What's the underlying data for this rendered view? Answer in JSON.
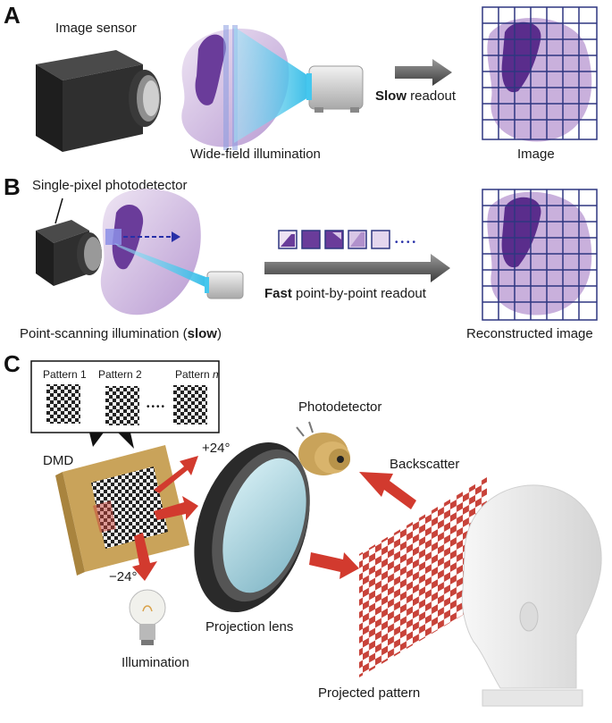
{
  "panels": {
    "a": {
      "letter": "A",
      "image_sensor_label": "Image sensor",
      "illumination_label": "Wide-field illumination",
      "readout_bold": "Slow",
      "readout_rest": " readout",
      "image_label": "Image"
    },
    "b": {
      "letter": "B",
      "detector_label": "Single-pixel photodetector",
      "illumination_text": "Point-scanning illumination (",
      "illumination_bold": "slow",
      "illumination_close": ")",
      "readout_bold": "Fast",
      "readout_rest": " point-by-point readout",
      "dots": "••••",
      "image_label": "Reconstructed image"
    },
    "c": {
      "letter": "C",
      "pattern1": "Pattern 1",
      "pattern2": "Pattern 2",
      "pattern_n_prefix": "Pattern ",
      "pattern_n_var": "n",
      "ellipsis": "••••",
      "dmd_label": "DMD",
      "plus_angle": "+24°",
      "minus_angle": "−24°",
      "photodetector_label": "Photodetector",
      "backscatter_label": "Backscatter",
      "projection_lens_label": "Projection lens",
      "illumination_label": "Illumination",
      "projected_pattern_label": "Projected pattern"
    }
  },
  "colors": {
    "grid_line": "#2e3680",
    "tissue_light": "#d9c6e6",
    "tissue_dark": "#5a2d8c",
    "arrow_red": "#d23a2e",
    "beam_cyan": "#6fd6f0"
  }
}
